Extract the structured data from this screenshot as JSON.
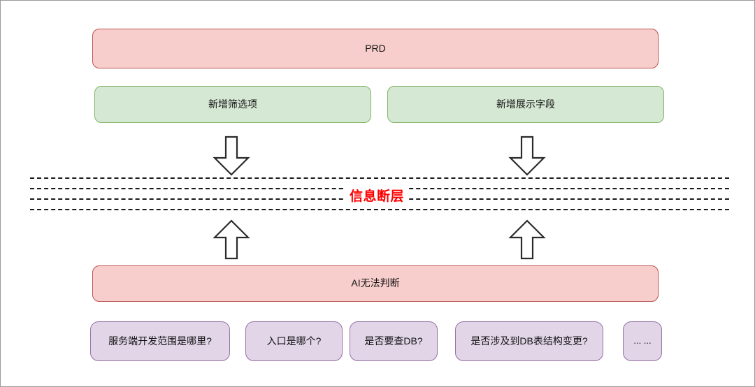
{
  "diagram": {
    "title_text": "PRD",
    "break_label": "信息断层",
    "break_label_color": "#ff0000",
    "colors": {
      "pink_fill": "#f8cecc",
      "pink_border": "#b85450",
      "green_fill": "#d5e8d4",
      "green_border": "#82b366",
      "purple_fill": "#e1d5e7",
      "purple_border": "#9673a6",
      "arrow_stroke": "#2b2b2b",
      "dash_color": "#1a1a1a",
      "canvas_border": "#9a9a9a"
    },
    "top_node": {
      "label": "PRD",
      "type": "pink"
    },
    "requirement_nodes": [
      {
        "label": "新增筛选项",
        "type": "green"
      },
      {
        "label": "新增展示字段",
        "type": "green"
      }
    ],
    "down_arrows": [
      {
        "name": "down-arrow-left"
      },
      {
        "name": "down-arrow-right"
      }
    ],
    "up_arrows": [
      {
        "name": "up-arrow-left"
      },
      {
        "name": "up-arrow-right"
      }
    ],
    "dashed_lines_count": 4,
    "bottom_node": {
      "label": "AI无法判断",
      "type": "pink"
    },
    "question_nodes": [
      {
        "label": "服务端开发范围是哪里?",
        "type": "purple"
      },
      {
        "label": "入口是哪个?",
        "type": "purple"
      },
      {
        "label": "是否要查DB?",
        "type": "purple"
      },
      {
        "label": "是否涉及到DB表结构变更?",
        "type": "purple"
      },
      {
        "label": "... ...",
        "type": "purple"
      }
    ]
  }
}
